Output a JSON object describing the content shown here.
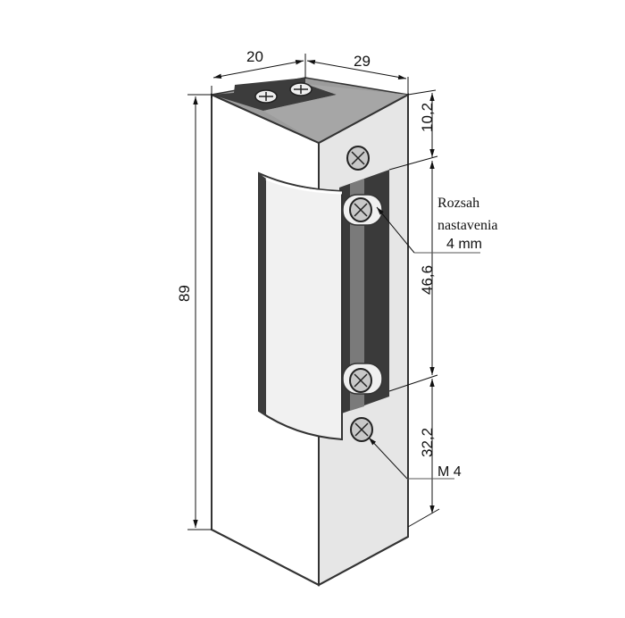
{
  "diagram": {
    "subject": "electric door strike",
    "units": "mm",
    "dimensions": {
      "width_front": "20",
      "depth_side": "29",
      "height_total": "89",
      "top_offset": "10,2",
      "latch_length": "46,6",
      "bottom_offset": "32,2"
    },
    "annotations": {
      "adjust_line1": "Rozsah",
      "adjust_line2": "nastavenia",
      "adjust_value": "4 mm",
      "screw_thread": "M 4"
    },
    "colors": {
      "outline": "#333333",
      "face_light": "#f2f2f2",
      "face_side": "#e4e4e4",
      "top_dark": "#3c3c3c",
      "top_mid": "#9a9a9a",
      "slot_dark": "#3a3a3a",
      "slot_mid": "#7a7a7a",
      "screw_fill": "#c8c8c8"
    }
  }
}
